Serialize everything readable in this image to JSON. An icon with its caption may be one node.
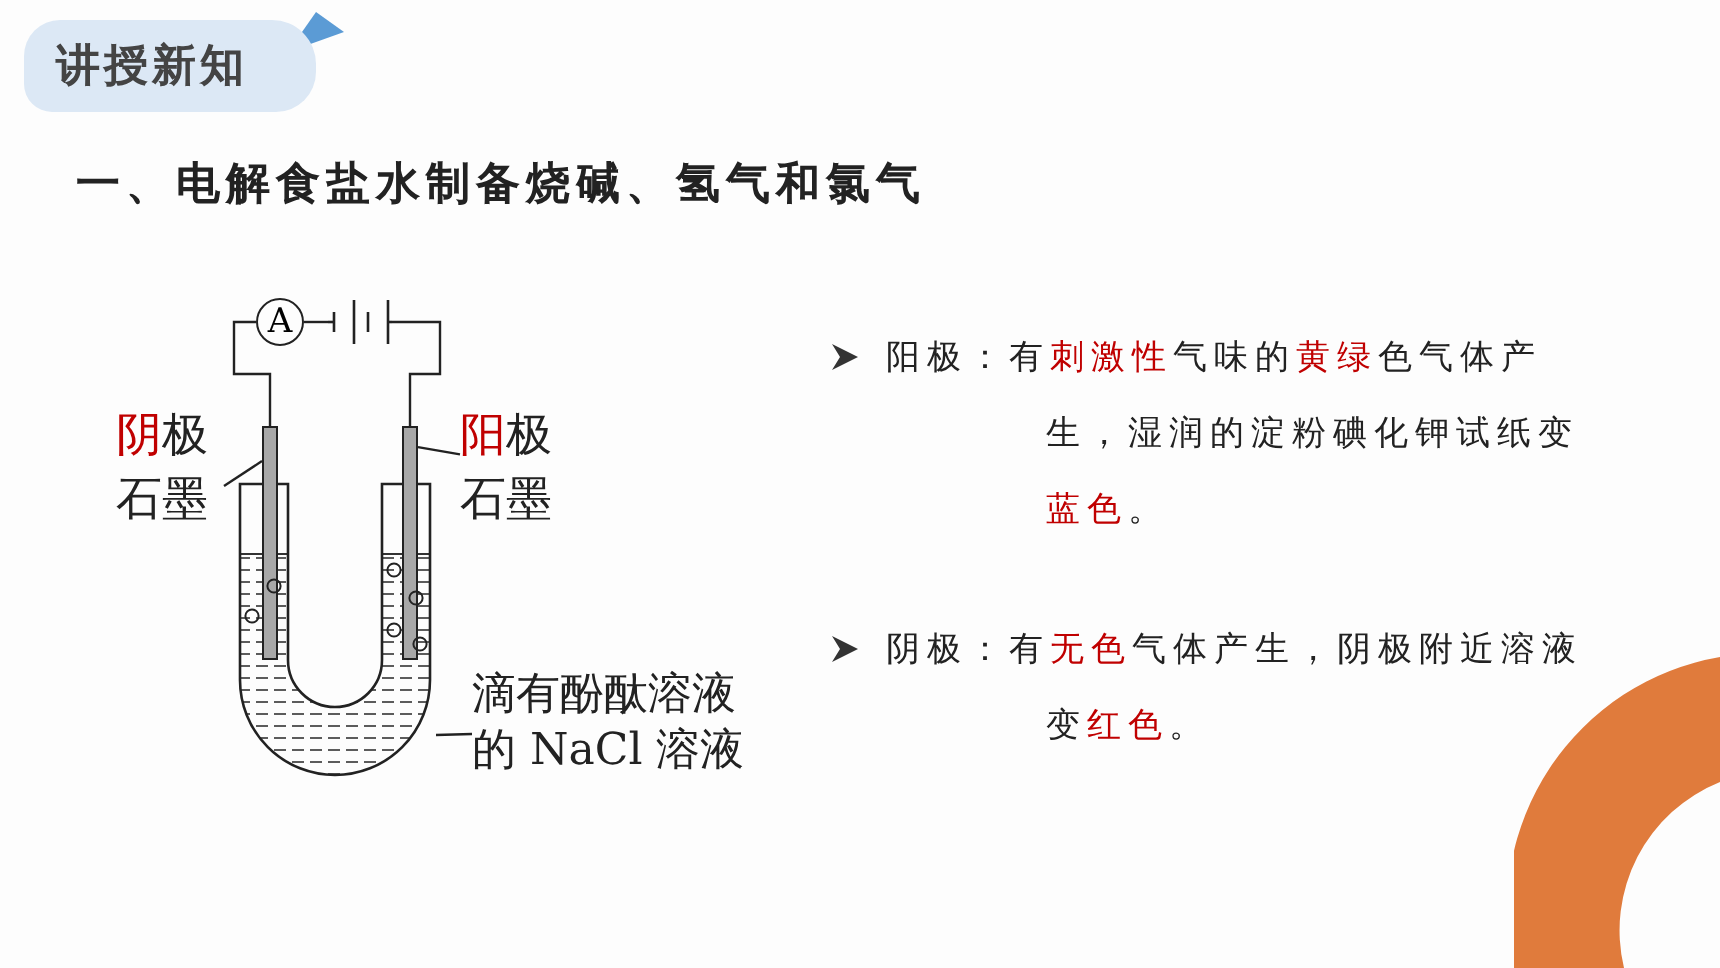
{
  "diagram": {
    "title": "一、电解食盐水制备烧碱、氢气和氯气",
    "nodes": [
      {
        "text": [
          "讲授新知"
        ]
      },
      {
        "text": [
          "A"
        ]
      },
      {
        "text": [],
        "shape": "battery"
      },
      {
        "text": [
          "**阴**极",
          "石墨"
        ]
      },
      {
        "text": [
          "**阳**极",
          "石墨"
        ]
      },
      {
        "text": [],
        "shape": "bar"
      },
      {
        "text": [],
        "shape": "bar"
      },
      {
        "text": [
          "滴有酚酞溶液的 NaCl 溶液"
        ]
      },
      {
        "text": [],
        "shape": "tube"
      }
    ],
    "edges": [
      {
        "from": 5,
        "to": 1,
        "arrow": "none"
      },
      {
        "from": 1,
        "to": 2,
        "arrow": "none"
      },
      {
        "from": 2,
        "to": 6,
        "arrow": "none"
      },
      {
        "from": 3,
        "to": 5,
        "arrow": "none"
      },
      {
        "from": 4,
        "to": 6,
        "arrow": "none"
      },
      {
        "from": 7,
        "to": 8,
        "arrow": "none"
      }
    ],
    "labels": [
      "阳极：有**刺激性**气味的**黄绿**色气体产生，湿润的淀粉碘化钾试纸变**蓝色**。",
      "阴极：有**无色**气体产生，阴极附近溶液变**红色**。"
    ]
  }
}
